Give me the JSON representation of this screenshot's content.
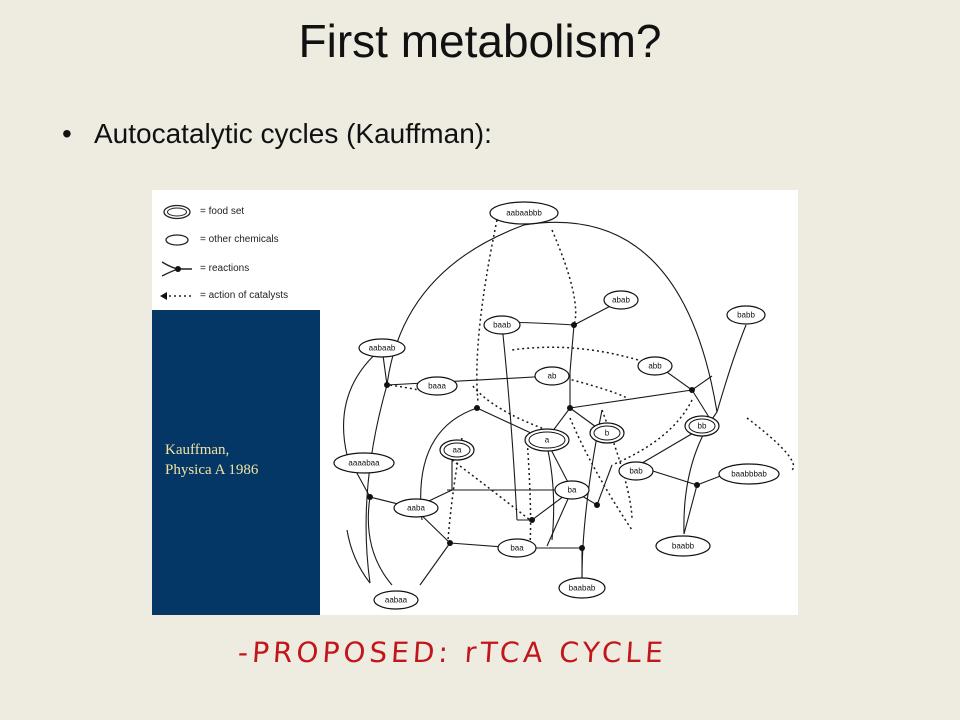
{
  "slide": {
    "title": "First metabolism?",
    "bullet": "Autocatalytic cycles (Kauffman):",
    "handwritten_note": "-PROPOSED: rTCA CYCLE"
  },
  "figure": {
    "legend": {
      "food_set": "= food set",
      "other_chemicals": "= other chemicals",
      "reactions": "= reactions",
      "catalysts": "= action of catalysts"
    },
    "citation": {
      "line1": "Kauffman,",
      "line2": "Physica A 1986"
    },
    "nodes": [
      {
        "label": "aabaabbb",
        "food": false
      },
      {
        "label": "abab",
        "food": false
      },
      {
        "label": "baab",
        "food": false
      },
      {
        "label": "aabaab",
        "food": false
      },
      {
        "label": "abb",
        "food": false
      },
      {
        "label": "babb",
        "food": false
      },
      {
        "label": "ab",
        "food": false
      },
      {
        "label": "baaa",
        "food": false
      },
      {
        "label": "a",
        "food": true
      },
      {
        "label": "b",
        "food": true
      },
      {
        "label": "bb",
        "food": true
      },
      {
        "label": "aa",
        "food": true
      },
      {
        "label": "aaaabaa",
        "food": false
      },
      {
        "label": "bab",
        "food": false
      },
      {
        "label": "baabbbab",
        "food": false
      },
      {
        "label": "ba",
        "food": false
      },
      {
        "label": "aaba",
        "food": false
      },
      {
        "label": "baa",
        "food": false
      },
      {
        "label": "baabb",
        "food": false
      },
      {
        "label": "aabaa",
        "food": false
      },
      {
        "label": "baabab",
        "food": false
      }
    ]
  },
  "colors": {
    "background": "#eeebe1",
    "citation_panel": "#043666",
    "citation_text": "#f2e2a0",
    "annotation": "#c2161b"
  }
}
